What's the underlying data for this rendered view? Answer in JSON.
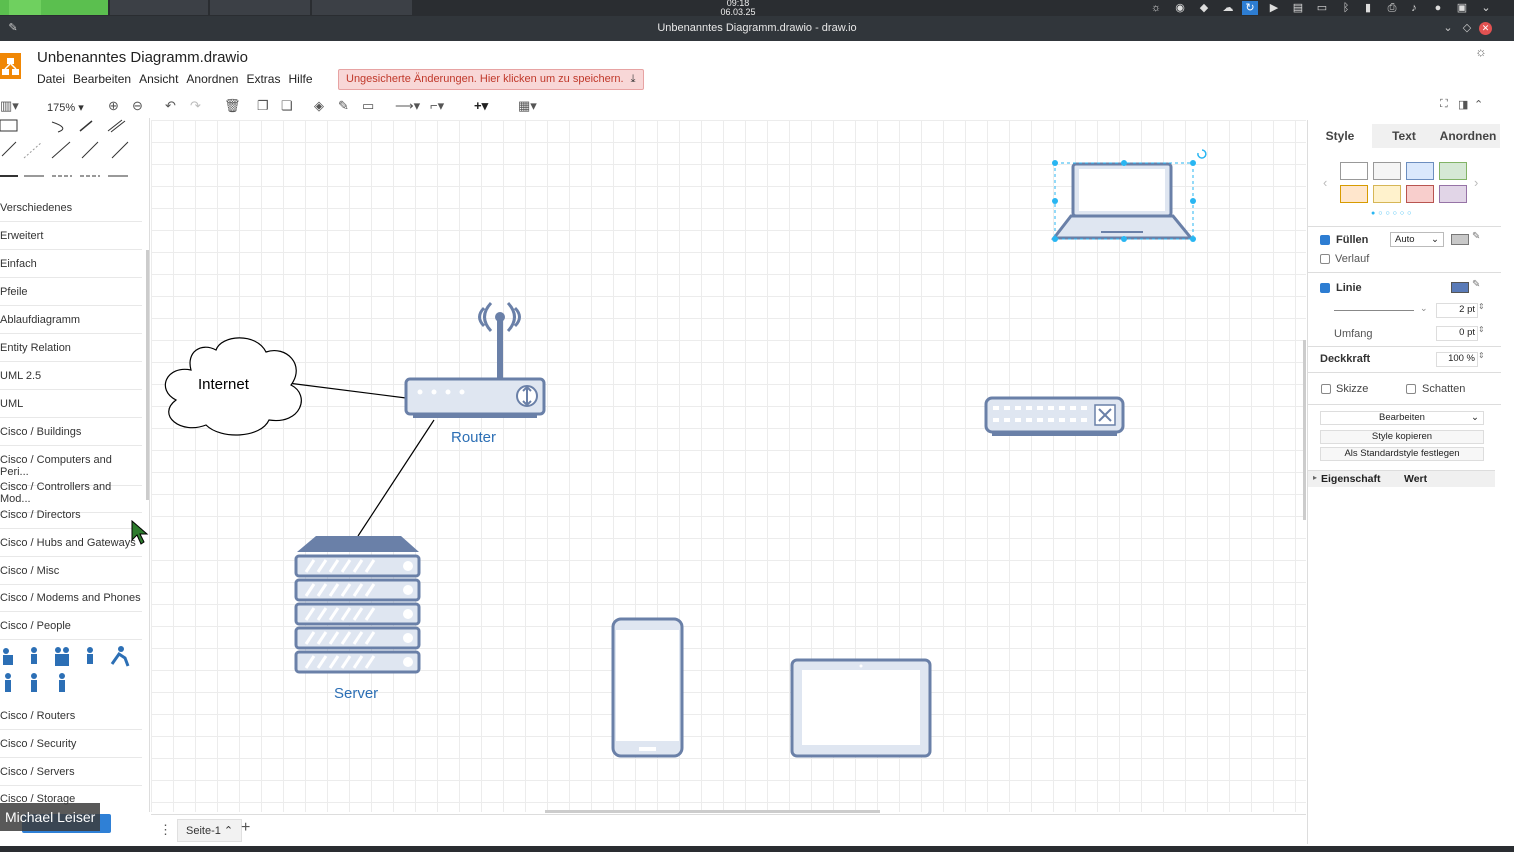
{
  "taskbar": {
    "clock_time": "09:18",
    "clock_date": "06.03.25"
  },
  "window": {
    "title": "Unbenanntes Diagramm.drawio - draw.io"
  },
  "app": {
    "doc_title": "Unbenanntes Diagramm.drawio",
    "menus": [
      "Datei",
      "Bearbeiten",
      "Ansicht",
      "Anordnen",
      "Extras",
      "Hilfe"
    ],
    "unsaved_notice": "Ungesicherte Änderungen. Hier klicken um zu speichern."
  },
  "toolbar": {
    "zoom": "175%"
  },
  "sidebar": {
    "categories": [
      "Verschiedenes",
      "Erweitert",
      "Einfach",
      "Pfeile",
      "Ablaufdiagramm",
      "Entity Relation",
      "UML 2.5",
      "UML",
      "Cisco / Buildings",
      "Cisco / Computers and Peri...",
      "Cisco / Controllers and Mod...",
      "Cisco / Directors",
      "Cisco / Hubs and Gateways",
      "Cisco / Misc",
      "Cisco / Modems and Phones",
      "Cisco / People"
    ],
    "categories_after": [
      "Cisco / Routers",
      "Cisco / Security",
      "Cisco / Servers",
      "Cisco / Storage"
    ]
  },
  "diagram": {
    "internet_label": "Internet",
    "router_label": "Router",
    "server_label": "Server",
    "shape_stroke": "#6a80a8",
    "shape_fill": "#dfe6f1",
    "label_color": "#2c6fb5",
    "selection_color": "#29b6f2"
  },
  "pages": {
    "tab_label": "Seite-1"
  },
  "format_panel": {
    "tabs": [
      "Style",
      "Text",
      "Anordnen"
    ],
    "fill_label": "Füllen",
    "fill_value": "Auto",
    "gradient_label": "Verlauf",
    "line_label": "Linie",
    "line_width": "2 pt",
    "perimeter_label": "Umfang",
    "perimeter_value": "0 pt",
    "opacity_label": "Deckkraft",
    "opacity_value": "100 %",
    "sketch_label": "Skizze",
    "shadow_label": "Schatten",
    "edit_select": "Bearbeiten",
    "copy_style": "Style kopieren",
    "set_default": "Als Standardstyle festlegen",
    "prop_col": "Eigenschaft",
    "value_col": "Wert"
  },
  "user_badge": "Michael Leiser"
}
